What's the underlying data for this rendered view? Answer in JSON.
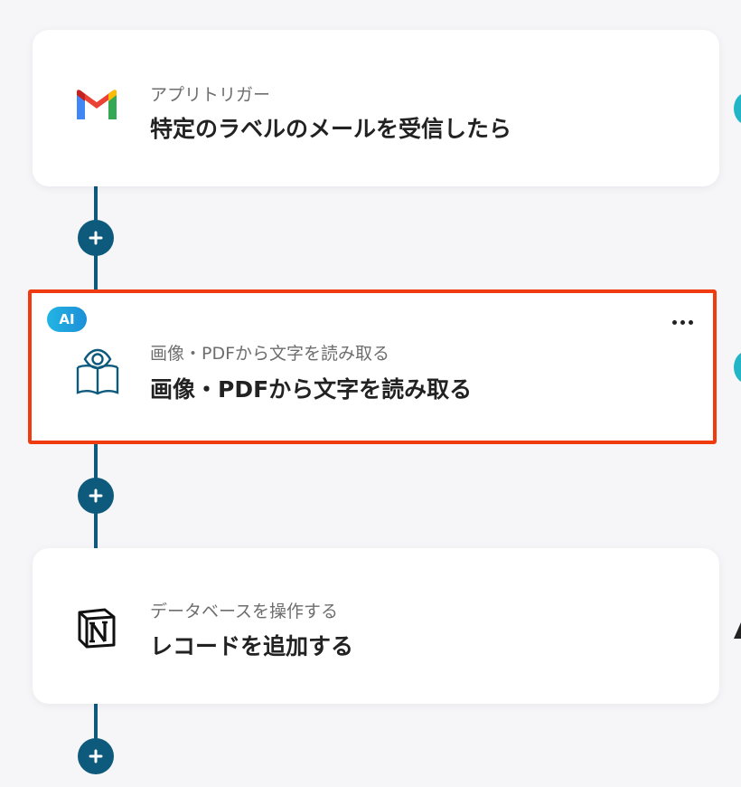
{
  "flow": {
    "steps": [
      {
        "icon": "gmail-icon",
        "subtitle": "アプリトリガー",
        "title": "特定のラベルのメールを受信したら"
      },
      {
        "badge": "AI",
        "icon": "book-eye-icon",
        "subtitle": "画像・PDFから文字を読み取る",
        "title": "画像・PDFから文字を読み取る",
        "selected": true
      },
      {
        "icon": "notion-icon",
        "subtitle": "データベースを操作する",
        "title": "レコードを追加する"
      }
    ]
  },
  "colors": {
    "connector": "#0d5a7d",
    "selection_border": "#f03a10",
    "ai_badge": "#22b5e2"
  }
}
